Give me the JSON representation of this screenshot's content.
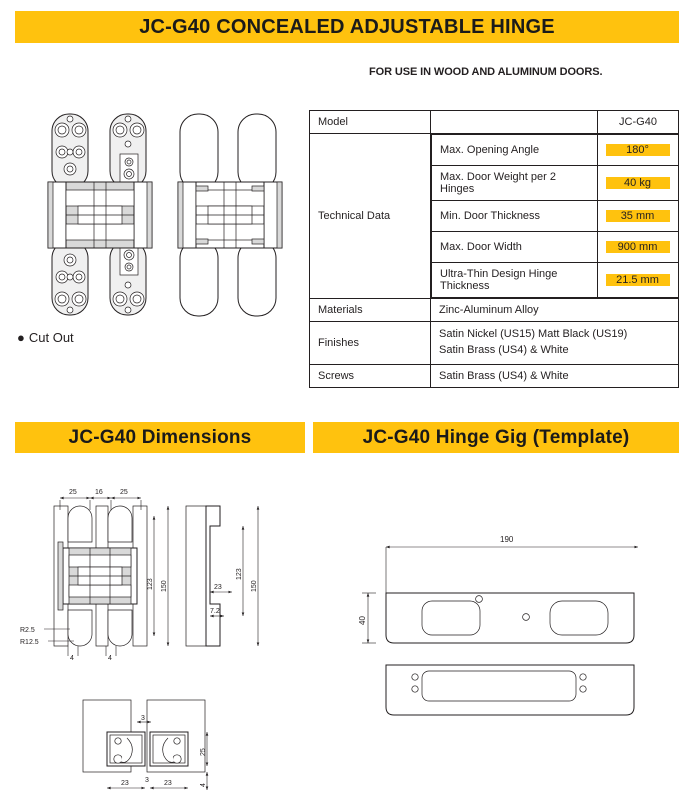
{
  "header": {
    "title": "JC-G40 CONCEALED ADJUSTABLE HINGE",
    "subtitle": "FOR USE IN WOOD AND ALUMINUM DOORS.",
    "banner_color": "#FFC20E"
  },
  "product_images": {
    "hinge_label": "concealed-hinge-front-view",
    "cutout_label": "hinge-cut-out-view",
    "caption": "Cut Out",
    "caption_bullet": "●"
  },
  "spec_table": {
    "model_label": "Model",
    "model_value": "JC-G40",
    "technical_data_label": "Technical Data",
    "technical_data": [
      {
        "name": "Max. Opening Angle",
        "value": "180°"
      },
      {
        "name": "Max. Door Weight per 2 Hinges",
        "value": "40 kg"
      },
      {
        "name": "Min. Door Thickness",
        "value": "35 mm"
      },
      {
        "name": "Max. Door Width",
        "value": "900 mm"
      },
      {
        "name": "Ultra-Thin Design Hinge Thickness",
        "value": "21.5 mm"
      }
    ],
    "materials_label": "Materials",
    "materials_value": "Zinc-Aluminum Alloy",
    "finishes_label": "Finishes",
    "finishes_line1": "Satin Nickel (US15) Matt Black (US19)",
    "finishes_line2": "Satin Brass (US4) & White",
    "screws_label": "Screws",
    "screws_value": "Satin Brass (US4) & White",
    "highlight_color": "#FFC20E"
  },
  "sections": {
    "dimensions_title": "JC-G40 Dimensions",
    "gig_title": "JC-G40 Hinge Gig (Template)"
  },
  "dimensions_drawing": {
    "top_widths": [
      "25",
      "16",
      "25"
    ],
    "heights": [
      "123",
      "150"
    ],
    "profile_heights": [
      "123",
      "150"
    ],
    "profile_depth": "23",
    "profile_step": "7.2",
    "radius_small": "R2.5",
    "radius_large": "R12.5",
    "bottom_widths": [
      "4",
      "4"
    ],
    "plan_gap_top": "3",
    "plan_gap_bottom": "3",
    "plan_height": "25",
    "plan_widths": [
      "23",
      "23"
    ],
    "plan_depth": "4"
  },
  "gig_drawing": {
    "width": "190",
    "height": "40"
  }
}
